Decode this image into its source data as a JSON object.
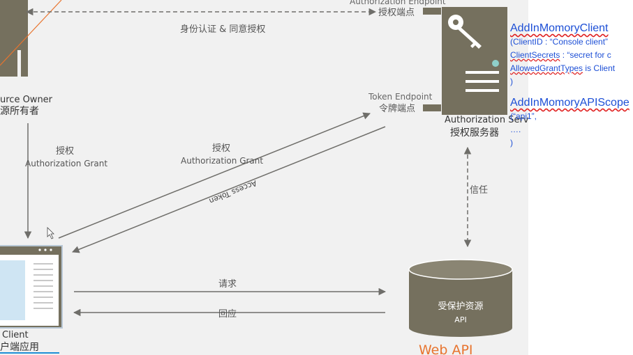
{
  "diagram": {
    "resource_owner": {
      "name_en": "urce Owner",
      "name_zh": "源所有者"
    },
    "auth_server": {
      "name_en": "Authorization Server",
      "name_zh": "授权服务器"
    },
    "authorization_endpoint": {
      "en": "Authorization Endpoint",
      "zh": "授权端点"
    },
    "token_endpoint": {
      "en": "Token Endpoint",
      "zh": "令牌端点"
    },
    "edge_authenticate": "身份认证 & 同意授权",
    "grant_left": {
      "zh": "授权",
      "en": "Authorization Grant"
    },
    "grant_mid": {
      "zh": "授权",
      "en": "Authorization Grant"
    },
    "access_token": "Access Token",
    "trust": "信任",
    "request": "请求",
    "response": "回应",
    "client": {
      "name_en": "Client",
      "name_zh": "户端应用"
    },
    "api": {
      "zh": "受保护资源",
      "en": "API"
    },
    "web_api": "Web API"
  },
  "notes": {
    "client_title": "AddInMomoryClient",
    "client_lines": [
      {
        "pre": "(ClientID : “Console client”",
        "word": "",
        "post": ""
      },
      {
        "pre": " ",
        "word": "ClientSecrets",
        "post": " : “secret for c"
      },
      {
        "pre": "",
        "word": "AllowedGrantTypes",
        "post": " is Client"
      },
      {
        "pre": ")",
        "word": "",
        "post": ""
      }
    ],
    "scope_title": "AddInMomoryAPIScope",
    "scope_lines": [
      "(“api1”,",
      "   ….",
      ")"
    ]
  },
  "colors": {
    "diagram_gray": "#6f6e6a",
    "server_brown": "#75705e",
    "box_text": "#ffffff",
    "notes_blue": "#1d4fd6",
    "web_api_orange": "#e8742e",
    "client_underline": "#1e8fd6"
  },
  "icons": [
    "person-icon",
    "key-icon",
    "cursor-icon",
    "browser-window-icon",
    "database-icon"
  ]
}
